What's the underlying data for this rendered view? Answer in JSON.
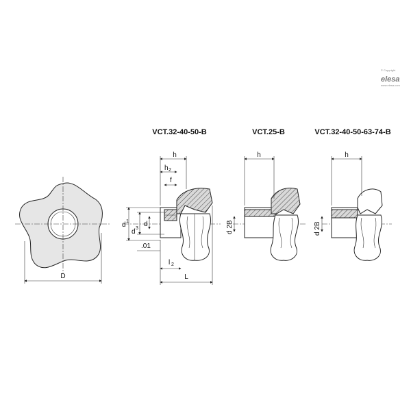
{
  "logo": {
    "copyright": "© Copyright",
    "brand": "elesa",
    "url": "www.elesa.com"
  },
  "titles": {
    "variant_a": "VCT.32-40-50-B",
    "variant_b": "VCT.25-B",
    "variant_c": "VCT.32-40-50-63-74-B"
  },
  "dims": {
    "D": "D",
    "h": "h",
    "h2_main": "h",
    "h2_sub": "2",
    "f": "f",
    "d1_main": "d",
    "d1_sub": "1",
    "d3_main": "d",
    "d3_sub": "3",
    "d": "d",
    "o1": ".01",
    "l2_main": "l",
    "l2_sub": "2",
    "L": "L",
    "d2B_b": "d 2B",
    "d2B_c": "d 2B"
  },
  "colors": {
    "line": "#222222",
    "fill_grey": "#e6e6e6",
    "logo": "#777777"
  }
}
